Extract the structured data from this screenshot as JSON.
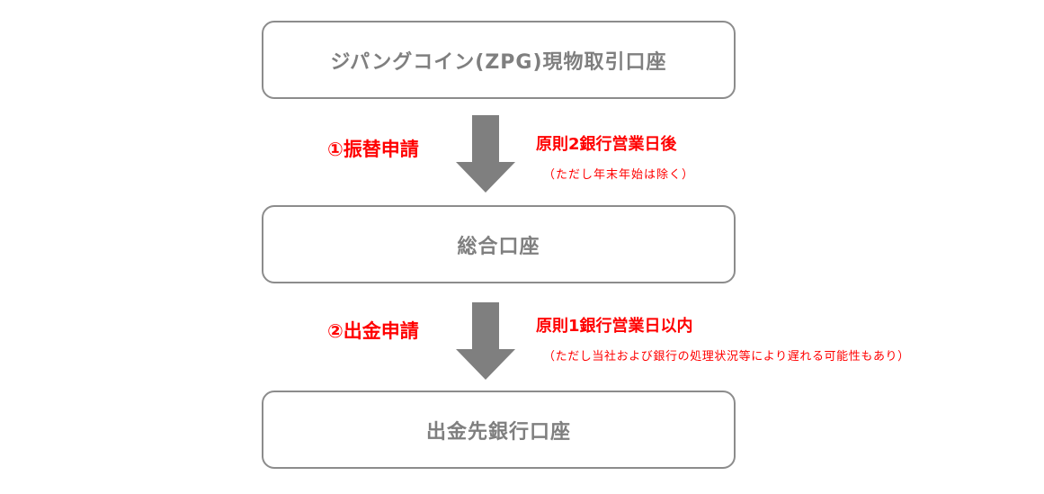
{
  "flow": {
    "boxes": [
      {
        "label": "ジパングコイン(ZPG)現物取引口座"
      },
      {
        "label": "総合口座"
      },
      {
        "label": "出金先銀行口座"
      }
    ],
    "steps": [
      {
        "label": "①振替申請",
        "timing": "原則2銀行営業日後",
        "note": "（ただし年末年始は除く）"
      },
      {
        "label": "②出金申請",
        "timing": "原則1銀行営業日以内",
        "note": "（ただし当社および銀行の処理状況等により遅れる可能性もあり）"
      }
    ]
  },
  "colors": {
    "box_border": "#8c8c8c",
    "box_text": "#7f7f7f",
    "arrow": "#7f7f7f",
    "annotation": "#ff0000"
  }
}
